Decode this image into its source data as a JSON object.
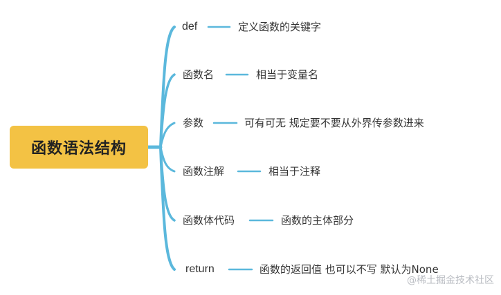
{
  "root": {
    "label": "函数语法结构"
  },
  "branches": [
    {
      "name": "def",
      "desc": "定义函数的关键字"
    },
    {
      "name": "函数名",
      "desc": "相当于变量名"
    },
    {
      "name": "参数",
      "desc": "可有可无 规定要不要从外界传参数进来"
    },
    {
      "name": "函数注解",
      "desc": "相当于注释"
    },
    {
      "name": "函数体代码",
      "desc": "函数的主体部分"
    },
    {
      "name": "return",
      "desc": "函数的返回值 也可以不写 默认为None"
    }
  ],
  "colors": {
    "root_fill": "#f3c244",
    "connector": "#5bb8dc"
  },
  "watermark": "@稀土掘金技术社区"
}
